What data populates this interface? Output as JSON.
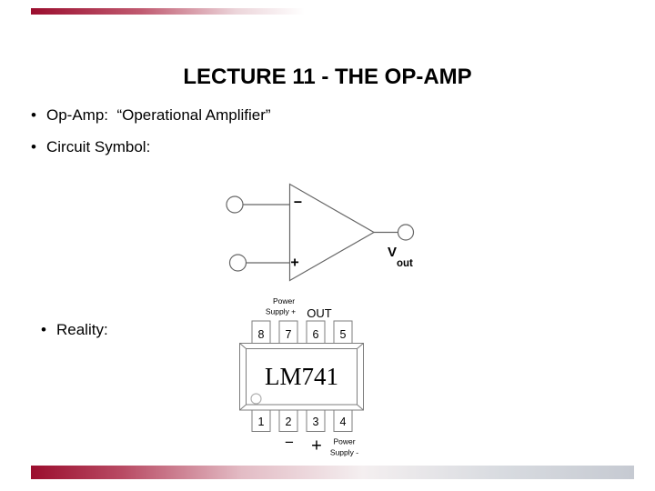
{
  "theme": {
    "background": "#ffffff",
    "text_color": "#000000",
    "diagram_line_color": "#666666",
    "pin_box_line_color": "#7d7d7d",
    "stripe_red": "#9b0e2e",
    "stripe_gray": "#c6cad2"
  },
  "slide": {
    "title": "LECTURE 11 - THE OP-AMP",
    "bullet_char": "•",
    "bullets": [
      "Op-Amp:  “Operational Amplifier”",
      "Circuit Symbol:"
    ],
    "reality_label": "Reality:"
  },
  "opamp_symbol": {
    "inverting_input_label": "−",
    "noninverting_input_label": "+",
    "vout_label": "V",
    "vout_subscript": "out"
  },
  "ic_chip": {
    "part_number": "LM741",
    "top_pins": [
      "8",
      "7",
      "6",
      "5"
    ],
    "bottom_pins": [
      "1",
      "2",
      "3",
      "4"
    ],
    "top_labels": {
      "power_line1": "Power",
      "power_line2": "Supply +",
      "out": "OUT"
    },
    "bottom_labels": {
      "minus": "−",
      "plus": "+",
      "power_line1": "Power",
      "power_line2": "Supply -"
    }
  }
}
